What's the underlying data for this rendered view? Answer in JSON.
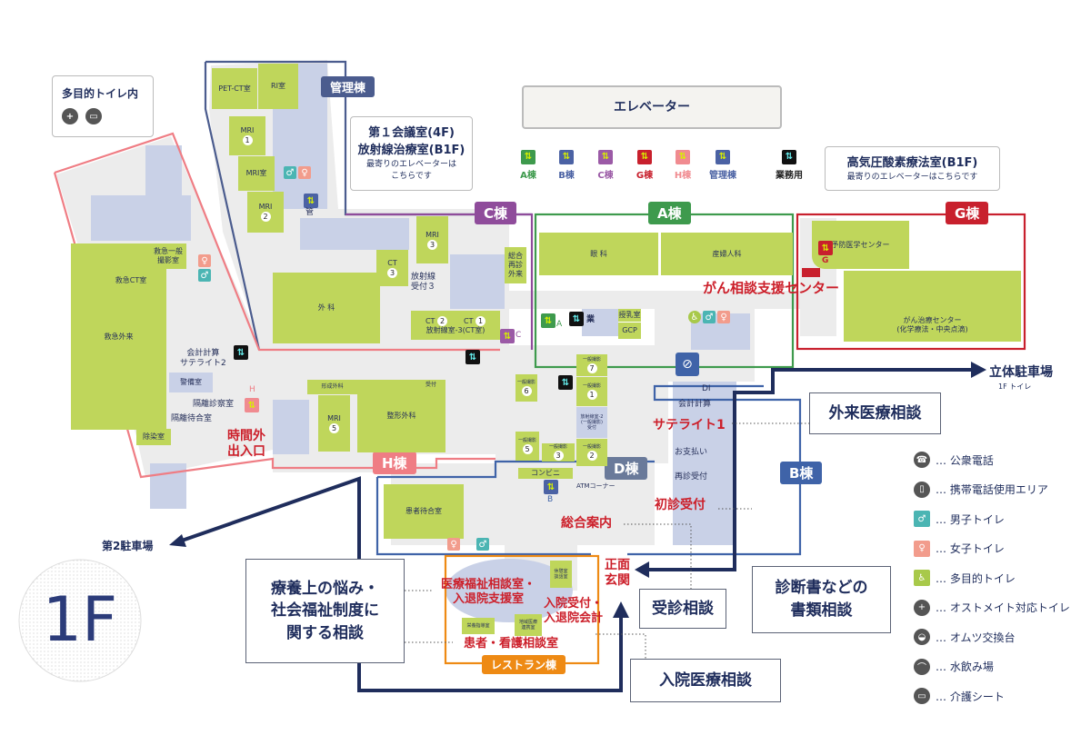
{
  "floor": "1F",
  "buildings": {
    "kanri": "管理棟",
    "c": "C棟",
    "a": "A棟",
    "g": "G棟",
    "h": "H棟",
    "d": "D棟",
    "b": "B棟",
    "restaurant": "レストラン棟"
  },
  "building_colors": {
    "a": "#3e9a4d",
    "b": "#3f63a8",
    "c": "#8f4c9b",
    "g": "#c8202d",
    "h": "#ef7d84",
    "kanri": "#4b5c8e",
    "d": "#6a7a9a",
    "restaurant": "#ee8a14",
    "staff": "#111111"
  },
  "elevator_legend": {
    "title": "エレベーター",
    "items": [
      {
        "label": "A棟",
        "color": "#3e9a4d"
      },
      {
        "label": "B棟",
        "color": "#4b62a4"
      },
      {
        "label": "C棟",
        "color": "#9b5aa6"
      },
      {
        "label": "G棟",
        "color": "#c8202d"
      },
      {
        "label": "H棟",
        "color": "#f08b90"
      },
      {
        "label": "管理棟",
        "color": "#4b62a4"
      },
      {
        "label": "業務用",
        "color": "#111111"
      }
    ]
  },
  "bubbles": {
    "toilet": "多目的トイレ内",
    "conf_title1": "第１会議室(4F)",
    "conf_title2": "放射線治療室(B1F)",
    "conf_note": "最寄りのエレベーターは\nこちらです",
    "hbo_title": "高気圧酸素療法室(B1F)",
    "hbo_note": "最寄りのエレベーターはこちらです"
  },
  "rooms": {
    "pet_ct": "PET-CT室",
    "ri": "RI室",
    "mri1": "MRI",
    "mri_room": "MRI室",
    "mri2": "MRI",
    "surgery": "外 科",
    "ct3": "CT",
    "mri3": "MRI",
    "rad_reception3": "放射線\n受付３",
    "general_revisit": "総合\n再診\n外来",
    "ct2": "CT",
    "ct1": "CT",
    "rad_room3": "放射線室-3(CT室)",
    "ophthalmology": "眼 科",
    "obgyn": "産婦人科",
    "nursing": "授乳室",
    "gcp": "GCP",
    "preventive": "予防医学センター",
    "cancer_treatment": "がん治療センター\n(化学療法・中央点滴)",
    "er_outpatient": "救急外来",
    "er_ct": "救急CT室",
    "er_xray": "救急一般\n撮影室",
    "accounting2": "会計計算\nサテライト2",
    "security": "警備室",
    "isolation_exam": "隔離診察室",
    "isolation_wait": "隔離待合室",
    "decon": "除染室",
    "plastic": "形成外科",
    "orthopedics": "整形外科",
    "mri5": "MRI",
    "reception": "受付",
    "xray": "一般撮影",
    "rad_room2": "放射線室-2\n(一般撮影)\n受付",
    "di": "DI",
    "accounting": "会計計算",
    "payment": "お支払い",
    "revisit_reception": "再診受付",
    "konbini": "コンビニ",
    "atm": "ATMコーナー",
    "waiting": "患者待合室",
    "nutrition": "栄養指導室",
    "regional": "地域医療\n連携室",
    "lounge": "休憩室\n談話室"
  },
  "room_numbers": {
    "mri1": "1",
    "mri2": "2",
    "mri3": "3",
    "ct3": "3",
    "ct2": "2",
    "ct1": "1",
    "mri5": "5",
    "x7": "7",
    "x1": "1",
    "x6": "6",
    "x5": "5",
    "x3": "3",
    "x2": "2"
  },
  "elevator_marks": {
    "kanri": "管",
    "a": "A",
    "c": "C",
    "g": "G",
    "h": "H",
    "b": "B",
    "staff": "業"
  },
  "highlights": {
    "cancer_consult": "がん相談支援センター",
    "satellite1": "サテライト1",
    "first_visit": "初診受付",
    "info": "総合案内",
    "main_entrance": "正面\n玄関",
    "after_hours": "時間外\n出入口",
    "welfare": "医療福祉相談室・\n入退院支援室",
    "admission": "入院受付・\n入退院会計",
    "patient_nurse": "患者・看護相談室"
  },
  "callouts": {
    "outpatient": "外来医療相談",
    "consult": "受診相談",
    "documents": "診断書などの\n書類相談",
    "inpatient": "入院医療相談",
    "welfare": "療養上の悩み・\n社会福祉制度に\n関する相談"
  },
  "parking": {
    "multi": "立体駐車場",
    "multi_note": "1F トイレ",
    "second": "第2駐車場"
  },
  "legend": [
    {
      "icon": "phone-icon",
      "glyph": "☎",
      "label": "… 公衆電話",
      "bg": "#555"
    },
    {
      "icon": "mobile-phone-icon",
      "glyph": "▯",
      "label": "… 携帯電話使用エリア",
      "bg": "#555"
    },
    {
      "icon": "mens-toilet-icon",
      "glyph": "♂",
      "label": "… 男子トイレ",
      "bg": "#4bb5b3"
    },
    {
      "icon": "womens-toilet-icon",
      "glyph": "♀",
      "label": "… 女子トイレ",
      "bg": "#f29c8c"
    },
    {
      "icon": "accessible-toilet-icon",
      "glyph": "♿",
      "label": "… 多目的トイレ",
      "bg": "#a8c94a"
    },
    {
      "icon": "ostomate-toilet-icon",
      "glyph": "+",
      "label": "… オストメイト対応トイレ",
      "bg": "#555"
    },
    {
      "icon": "diaper-table-icon",
      "glyph": "◒",
      "label": "… オムツ交換台",
      "bg": "#555"
    },
    {
      "icon": "water-fountain-icon",
      "glyph": "⌒",
      "label": "… 水飲み場",
      "bg": "#555"
    },
    {
      "icon": "care-seat-icon",
      "glyph": "▭",
      "label": "… 介護シート",
      "bg": "#555"
    }
  ]
}
